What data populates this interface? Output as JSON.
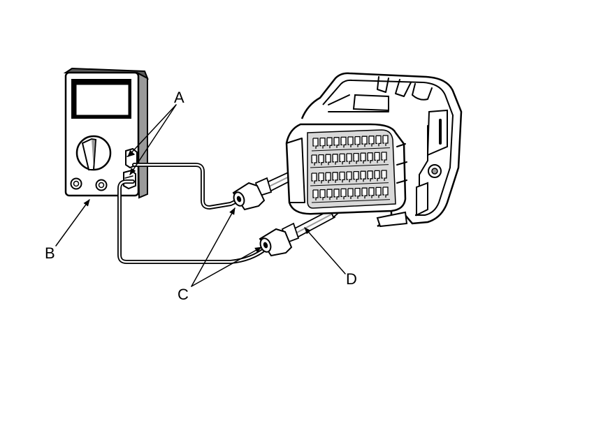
{
  "diagram": {
    "callouts": {
      "a": "A",
      "b": "B",
      "c": "C",
      "d": "D"
    },
    "colors": {
      "ink": "#000000",
      "paper": "#ffffff",
      "shade": "#d9d9d9",
      "dark_shade": "#9a9a9a"
    }
  }
}
